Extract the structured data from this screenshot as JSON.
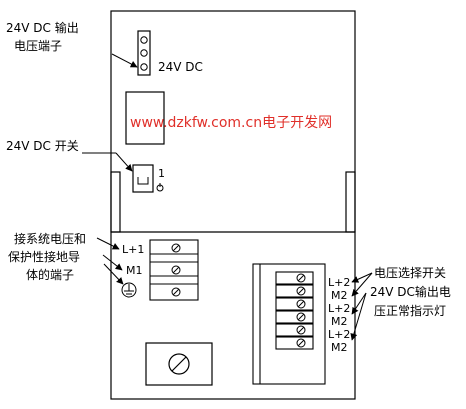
{
  "labels": {
    "output_terminal_line1": "24V DC 输出",
    "output_terminal_line2": "电压端子",
    "panel_output_label": "24V DC",
    "watermark": "www.dzkfw.com.cn电子开发网",
    "switch_label": "24V DC 开关",
    "switch_position": "1",
    "supply_line1": "接系统电压和",
    "supply_line2": "保护性接地导",
    "supply_line3": "体的端子",
    "left_terminal_1": "L+1",
    "left_terminal_2": "M1",
    "right_terminals": [
      "L+2",
      "M2",
      "L+2",
      "M2",
      "L+2",
      "M2"
    ],
    "right_line1": "电压选择开关",
    "right_line2": "24V DC输出电",
    "right_line3": "压正常指示灯"
  },
  "colors": {
    "line": "#000000",
    "watermark": "#e0302a",
    "background": "#ffffff"
  },
  "icons": [
    "ground-symbol",
    "power-symbol",
    "screw-terminal",
    "rotary-selector"
  ]
}
